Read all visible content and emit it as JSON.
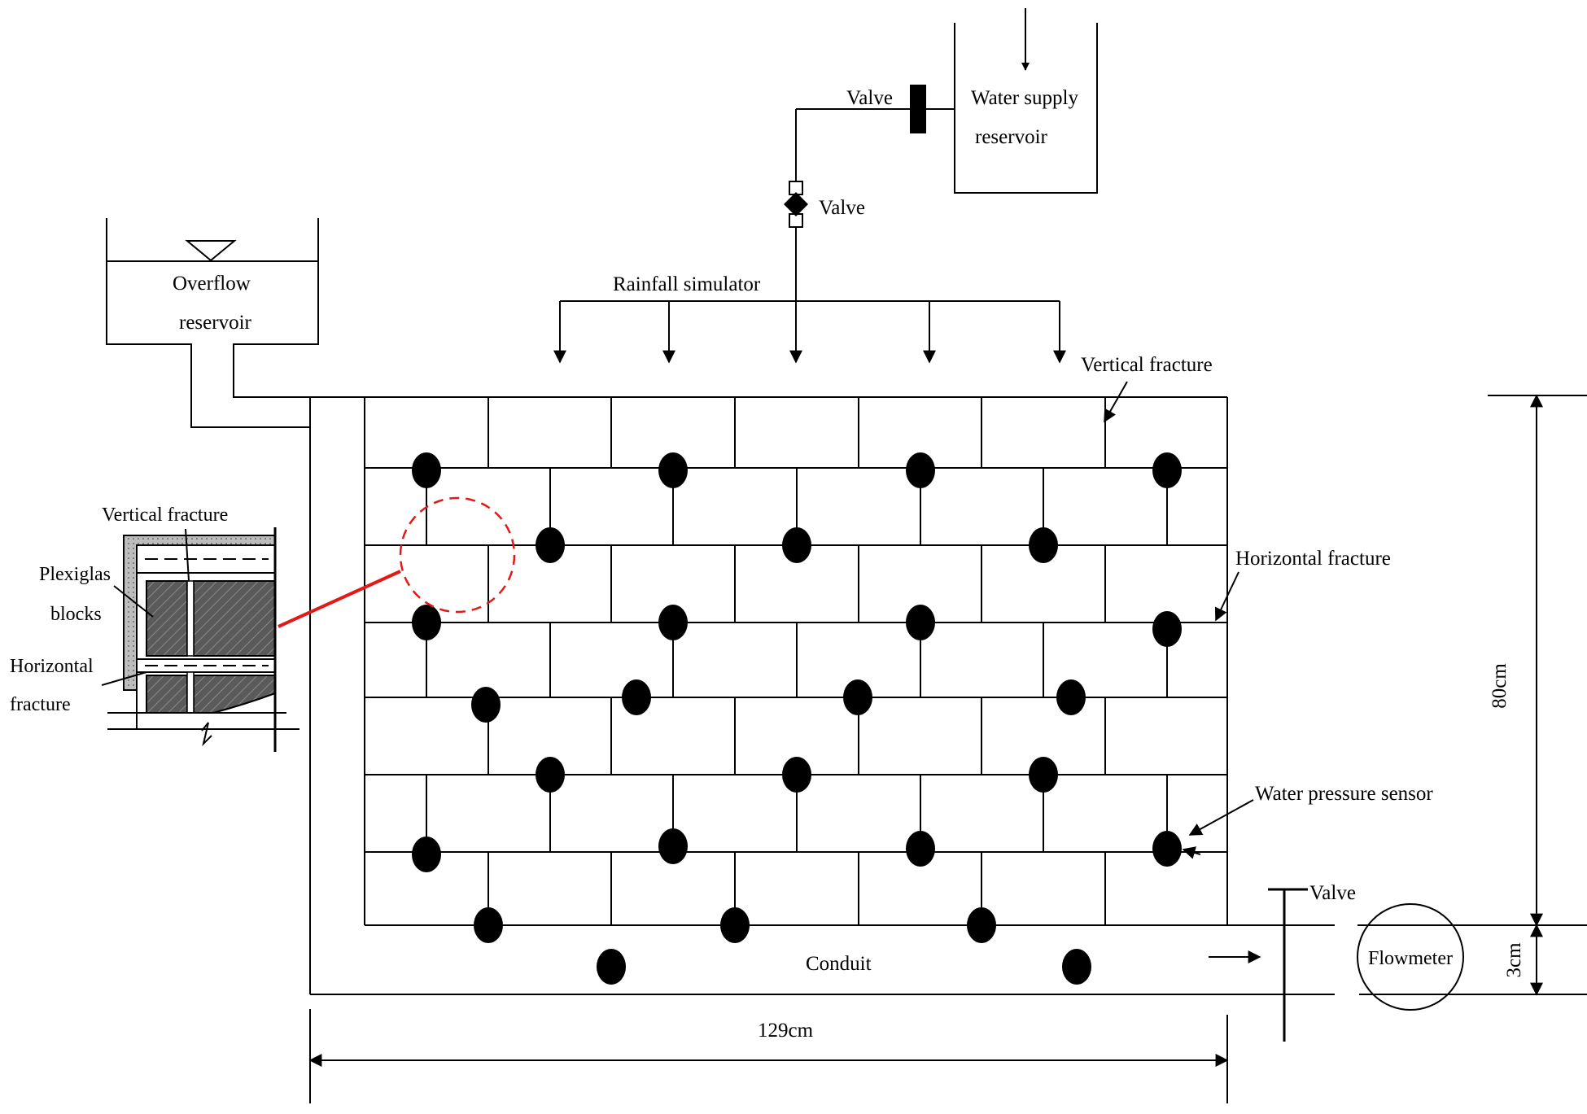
{
  "labels": {
    "water_supply_line1": "Water supply",
    "water_supply_line2": "reservoir",
    "valve_top": "Valve",
    "valve_mid": "Valve",
    "valve_outlet": "Valve",
    "overflow_line1": "Overflow",
    "overflow_line2": "reservoir",
    "rainfall_simulator": "Rainfall simulator",
    "vertical_fracture": "Vertical fracture",
    "horizontal_fracture": "Horizontal fracture",
    "water_pressure_sensor": "Water pressure sensor",
    "conduit": "Conduit",
    "flowmeter": "Flowmeter",
    "dim_height": "80cm",
    "dim_conduit": "3cm",
    "dim_width": "129cm"
  },
  "inset": {
    "vertical_fracture": "Vertical fracture",
    "plexiglas_line1": "Plexiglas",
    "plexiglas_line2": "blocks",
    "horizontal_line1": "Horizontal",
    "horizontal_line2": "fracture"
  },
  "colors": {
    "line": "#000000",
    "highlight": "#e11919",
    "block_fill": "#5a5a5a"
  }
}
